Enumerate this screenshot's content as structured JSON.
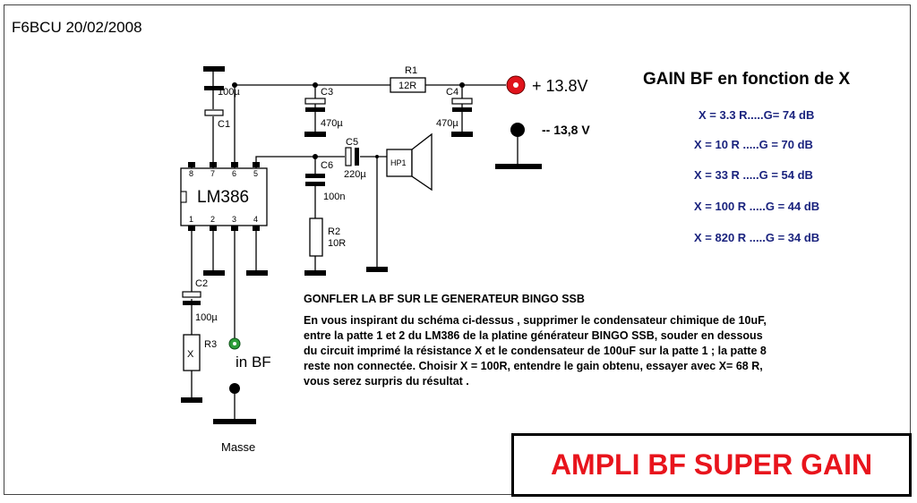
{
  "header": "F6BCU  20/02/2008",
  "schematic": {
    "ic_label": "LM386",
    "pins": [
      "8",
      "7",
      "6",
      "5",
      "1",
      "2",
      "3",
      "4"
    ],
    "components": {
      "c1": {
        "name": "C1",
        "value": "100µ"
      },
      "c2": {
        "name": "C2",
        "value": "100µ"
      },
      "c3": {
        "name": "C3",
        "value": "470µ"
      },
      "c4": {
        "name": "C4",
        "value": "470µ"
      },
      "c5": {
        "name": "C5",
        "value": "220µ"
      },
      "c6": {
        "name": "C6",
        "value": "100n"
      },
      "r1": {
        "name": "R1",
        "value": "12R"
      },
      "r2": {
        "name": "R2",
        "value": "10R"
      },
      "r3": {
        "name": "R3",
        "value": "X"
      },
      "hp1": {
        "name": "HP1"
      }
    },
    "supply_plus": "+ 13.8V",
    "supply_minus": "-- 13,8 V",
    "input_label": "in BF",
    "ground_label": "Masse"
  },
  "gain_table": {
    "title": "GAIN BF en fonction de X",
    "rows": [
      "X = 3.3 R.....G= 74 dB",
      "X = 10 R  .....G = 70 dB",
      "X = 33 R  .....G = 54 dB",
      "X = 100 R .....G = 44 dB",
      "X = 820 R .....G = 34 dB"
    ]
  },
  "note": {
    "title": "GONFLER LA BF SUR LE GENERATEUR  BINGO SSB",
    "lines": [
      "En vous inspirant du schéma ci-dessus , supprimer le condensateur chimique de 10uF,",
      "entre la patte 1 et 2 du LM386 de la platine générateur BINGO SSB, souder en dessous",
      "du circuit imprimé  la résistance X et le condensateur de 100uF sur la patte 1 ; la patte 8",
      "reste non connectée. Choisir  X = 100R, entendre le gain obtenu, essayer avec X= 68 R,",
      "vous serez surpris du résultat ."
    ]
  },
  "banner": "AMPLI  BF SUPER GAIN",
  "colors": {
    "terminal_plus": "#e0141c",
    "terminal_input": "#2e9e3a",
    "gain_text": "#1a237e",
    "banner_text": "#e8141c"
  }
}
